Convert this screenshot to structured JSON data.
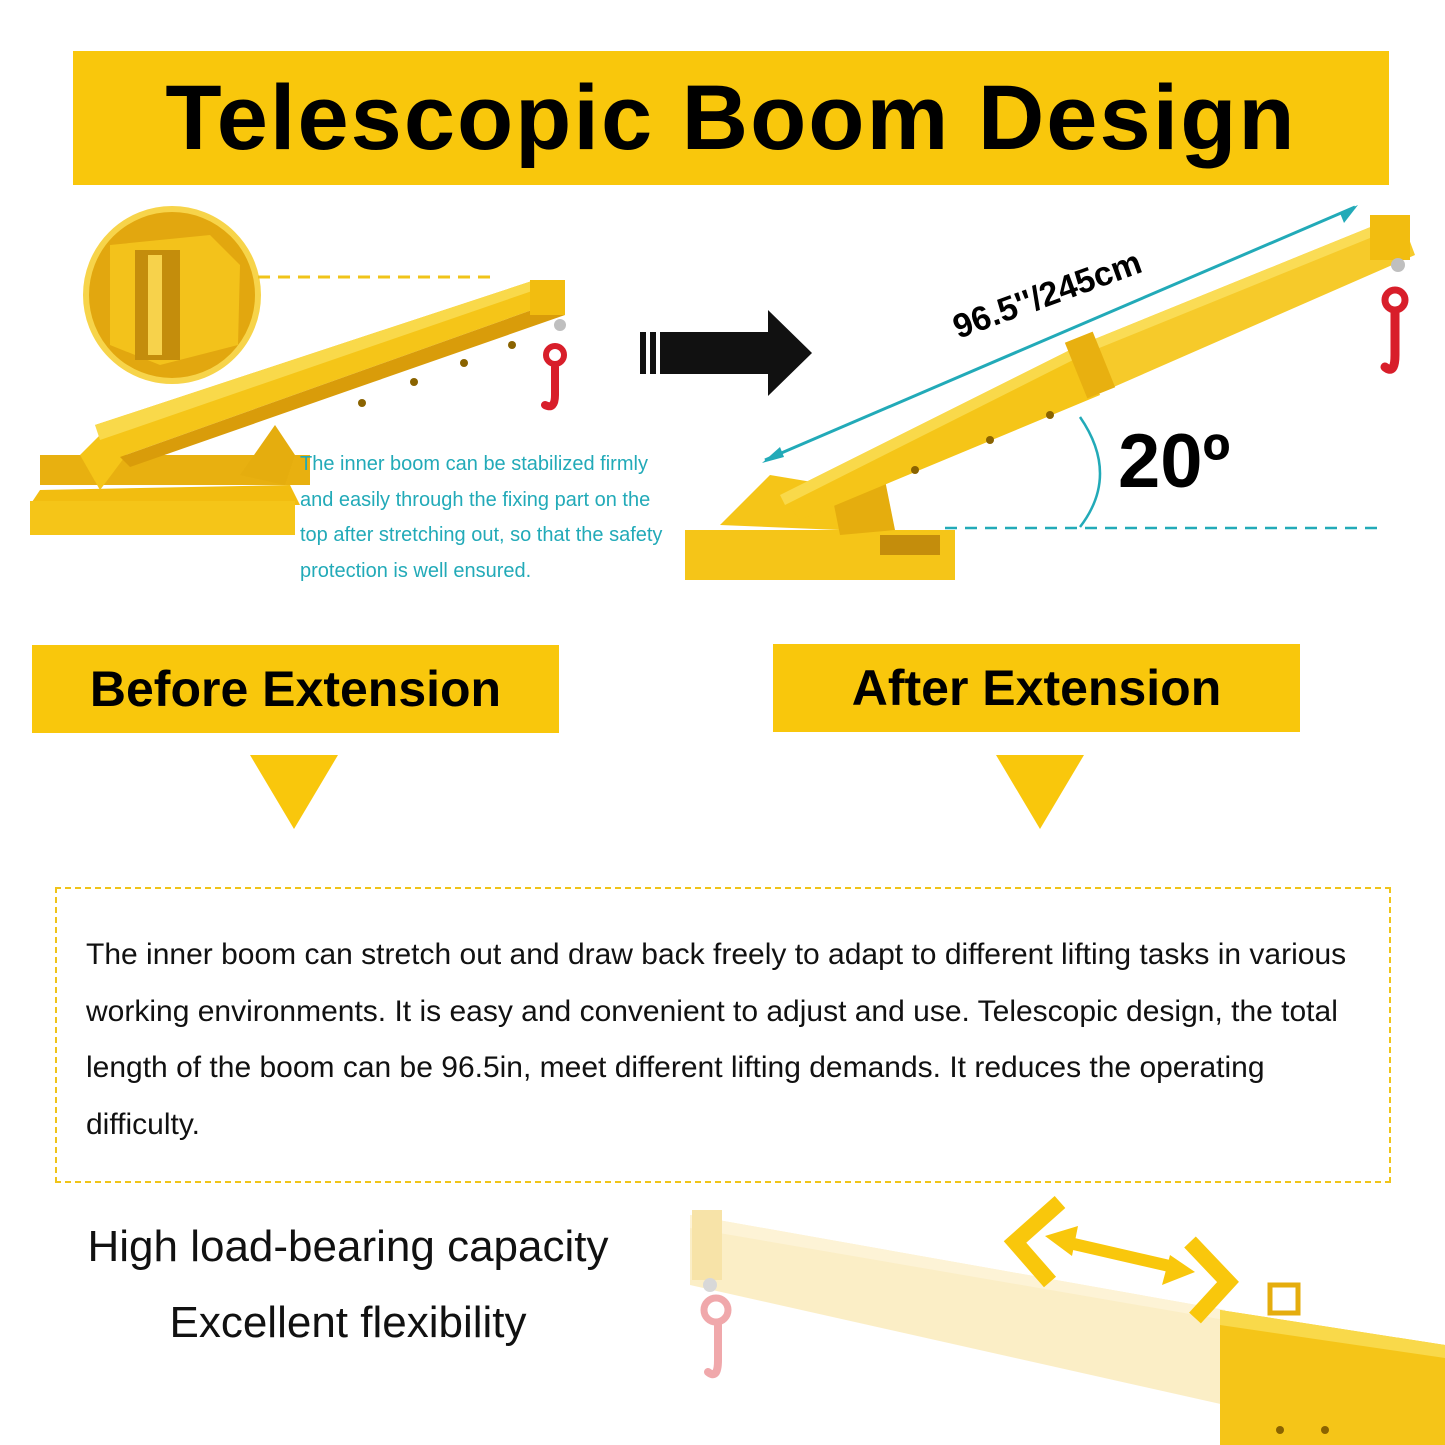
{
  "title": "Telescopic Boom Design",
  "labels": {
    "before": "Before Extension",
    "after": "After Extension"
  },
  "note": "The inner boom can be stabilized firmly and easily through the fixing part on the top after stretching out, so that the safety protection is well ensured.",
  "dimension": "96.5''/245cm",
  "angle": "20º",
  "description": "The inner boom can stretch out and draw back freely to adapt to different lifting tasks in various working environments. It is easy and convenient to adjust and use. Telescopic design, the total length of the boom can be 96.5in, meet different lifting demands. It reduces the operating difficulty.",
  "features": [
    "High load-bearing capacity",
    "Excellent flexibility"
  ],
  "colors": {
    "accent_yellow": "#f9c70c",
    "boom_yellow": "#f5c518",
    "hook_red": "#d81e2a",
    "dimension_cyan": "#22aab8"
  }
}
